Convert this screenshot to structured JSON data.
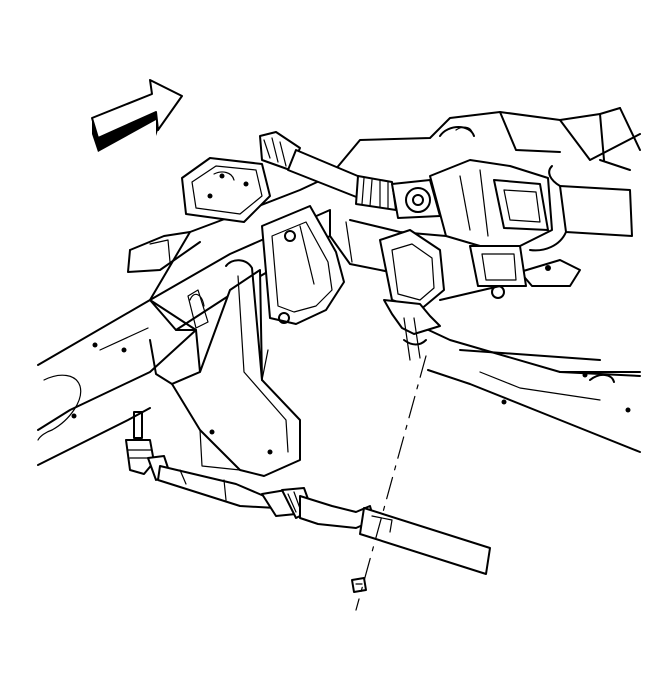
{
  "illustration": {
    "background": "#ffffff",
    "line_color": "#000000",
    "parts": [
      "direction-arrow",
      "crossmember-frame",
      "steering-shaft",
      "steering-gear",
      "mounting-bracket",
      "tie-rod-end",
      "tie-rod-boot",
      "center-link",
      "mounting-bolt",
      "leader-line"
    ]
  }
}
